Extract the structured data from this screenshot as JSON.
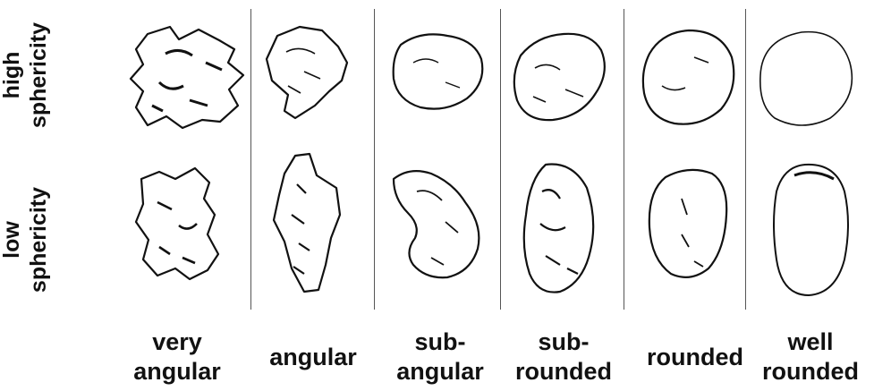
{
  "rows": [
    {
      "line1": "high",
      "line2": "sphericity"
    },
    {
      "line1": "low",
      "line2": "sphericity"
    }
  ],
  "columns": [
    {
      "line1": "very",
      "line2": "angular"
    },
    {
      "line1": "",
      "line2": "angular"
    },
    {
      "line1": "sub-",
      "line2": "angular"
    },
    {
      "line1": "sub-",
      "line2": "rounded"
    },
    {
      "line1": "",
      "line2": "rounded"
    },
    {
      "line1": "well",
      "line2": "rounded"
    }
  ],
  "colors": {
    "ink": "#111111",
    "background": "#ffffff"
  }
}
